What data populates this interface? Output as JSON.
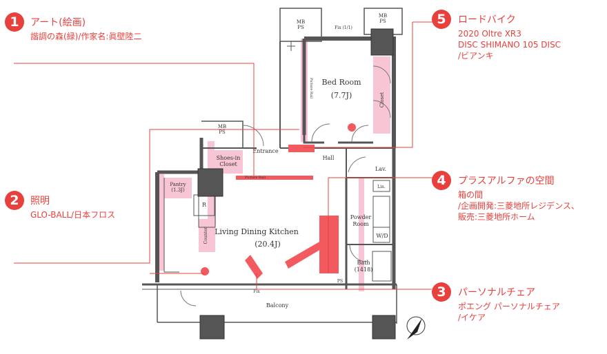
{
  "annotations": [
    {
      "number": "1",
      "title": "アート(絵画)",
      "lines": [
        "諧調の森(緑)/作家名:眞壁陸二"
      ]
    },
    {
      "number": "2",
      "title": "照明",
      "lines": [
        "GLO-BALL/日本フロス"
      ]
    },
    {
      "number": "3",
      "title": "パーソナルチェア",
      "lines": [
        "ポエング パーソナルチェア",
        "/イケア"
      ]
    },
    {
      "number": "4",
      "title": "プラスアルファの空間",
      "lines": [
        "箱の間",
        "/企画開発:三菱地所レジデンス、",
        "販売:三菱地所ホーム"
      ]
    },
    {
      "number": "5",
      "title": "ロードバイク",
      "lines": [
        "2020 Oltre XR3",
        "DISC SHIMANO 105 DISC",
        "/ビアンキ"
      ]
    }
  ],
  "plan": {
    "bed_room": "Bed Room",
    "bed_room_size": "(7.7J)",
    "closet": "Closet",
    "picture_rail": "Picture Rail",
    "mb_ps_top_left": "MB\nPS",
    "mb_ps_top_right": "MB\nPS",
    "mb_ps_mid": "MB\nPS",
    "fix_top": "Fix (1/1)",
    "shoes_closet": "Shoes-in\nCloset",
    "entrance": "Entrance",
    "hall": "Hall",
    "lav": "Lav.",
    "lin": "Lin.",
    "pantry": "Pantry\n(1.3J)",
    "r": "R",
    "counter": "Counter",
    "living": "Living Dining Kitchen",
    "living_size": "(20.4J)",
    "powder_room": "Powder\nRoom",
    "wd": "W/D",
    "bath": "Bath\n(1418)",
    "ps": "PS",
    "fix": "Fix",
    "balcony": "Balcony"
  },
  "colors": {
    "accent": "#e8403c",
    "pink": "#f7c5d4",
    "furniture": "#f25a5f",
    "wall": "#555555"
  }
}
